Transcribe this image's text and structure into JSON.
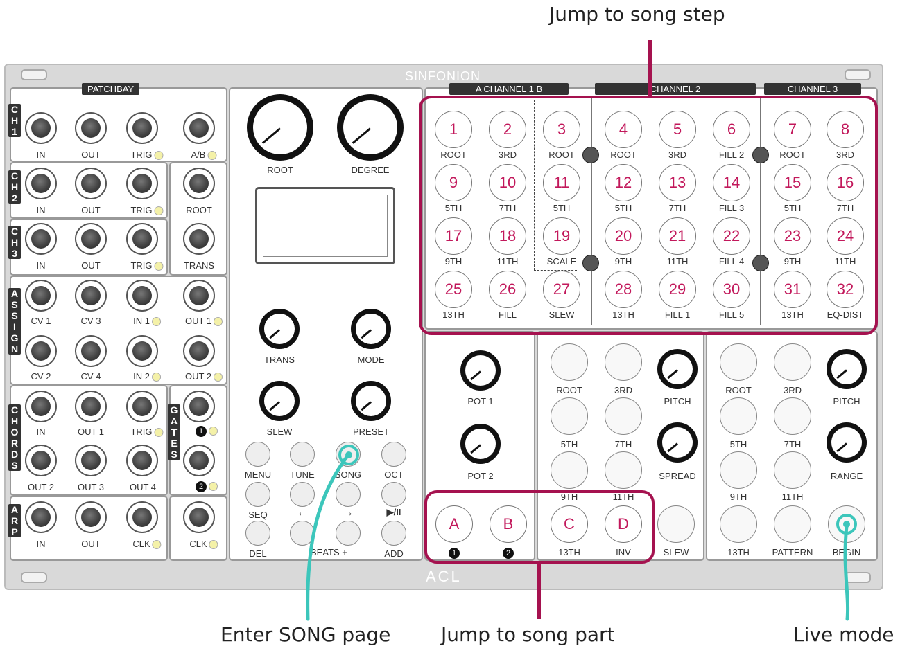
{
  "callouts": {
    "top": "Jump to song step",
    "bottom_left": "Enter SONG page",
    "bottom_mid": "Jump to song part",
    "bottom_right": "Live mode"
  },
  "module": {
    "title": "SINFONION",
    "logo": "ACL"
  },
  "patchbay": {
    "header": "PATCHBAY",
    "rows": [
      {
        "tag": "CH1",
        "labels": [
          "IN",
          "OUT",
          "TRIG",
          "A/B"
        ]
      },
      {
        "tag": "CH2",
        "labels": [
          "IN",
          "OUT",
          "TRIG",
          "ROOT"
        ]
      },
      {
        "tag": "CH3",
        "labels": [
          "IN",
          "OUT",
          "TRIG",
          "TRANS"
        ]
      },
      {
        "tag": "ASSIGN",
        "labels": [
          "CV 1",
          "CV 3",
          "IN 1",
          "OUT 1",
          "CV 2",
          "CV 4",
          "IN 2",
          "OUT 2"
        ]
      },
      {
        "tag": "CHORDS",
        "labels": [
          "IN",
          "OUT 1",
          "TRIG",
          "OUT 2",
          "OUT 3",
          "OUT 4"
        ]
      },
      {
        "tag": "GATES",
        "labels": [
          "1",
          "2"
        ]
      },
      {
        "tag": "ARP",
        "labels": [
          "IN",
          "OUT",
          "CLK",
          "CLK"
        ]
      }
    ]
  },
  "center": {
    "knobs": [
      "ROOT",
      "DEGREE",
      "TRANS",
      "MODE",
      "SLEW",
      "PRESET"
    ],
    "buttons": [
      "MENU",
      "TUNE",
      "SONG",
      "OCT",
      "SEQ",
      "←",
      "→",
      "▶/II",
      "DEL",
      "BEATS",
      "ADD"
    ],
    "beats_minus": "–",
    "beats_plus": "+"
  },
  "channels": {
    "ch1_header": "A  CHANNEL 1  B",
    "ch2_header": "CHANNEL 2",
    "ch3_header": "CHANNEL 3",
    "steps": [
      {
        "n": "1",
        "l": "ROOT"
      },
      {
        "n": "2",
        "l": "3RD"
      },
      {
        "n": "3",
        "l": "ROOT"
      },
      {
        "n": "4",
        "l": "ROOT"
      },
      {
        "n": "5",
        "l": "3RD"
      },
      {
        "n": "6",
        "l": "FILL 2"
      },
      {
        "n": "7",
        "l": "ROOT"
      },
      {
        "n": "8",
        "l": "3RD"
      },
      {
        "n": "9",
        "l": "5TH"
      },
      {
        "n": "10",
        "l": "7TH"
      },
      {
        "n": "11",
        "l": "5TH"
      },
      {
        "n": "12",
        "l": "5TH"
      },
      {
        "n": "13",
        "l": "7TH"
      },
      {
        "n": "14",
        "l": "FILL 3"
      },
      {
        "n": "15",
        "l": "5TH"
      },
      {
        "n": "16",
        "l": "7TH"
      },
      {
        "n": "17",
        "l": "9TH"
      },
      {
        "n": "18",
        "l": "11TH"
      },
      {
        "n": "19",
        "l": "SCALE"
      },
      {
        "n": "20",
        "l": "9TH"
      },
      {
        "n": "21",
        "l": "11TH"
      },
      {
        "n": "22",
        "l": "FILL 4"
      },
      {
        "n": "23",
        "l": "9TH"
      },
      {
        "n": "24",
        "l": "11TH"
      },
      {
        "n": "25",
        "l": "13TH"
      },
      {
        "n": "26",
        "l": "FILL"
      },
      {
        "n": "27",
        "l": "SLEW"
      },
      {
        "n": "28",
        "l": "13TH"
      },
      {
        "n": "29",
        "l": "FILL 1"
      },
      {
        "n": "30",
        "l": "FILL 5"
      },
      {
        "n": "31",
        "l": "13TH"
      },
      {
        "n": "32",
        "l": "EQ-DIST"
      }
    ]
  },
  "assign": {
    "pots": [
      "POT 1",
      "POT 2"
    ]
  },
  "gates_part": [
    {
      "n": "A",
      "l": "1"
    },
    {
      "n": "B",
      "l": "2"
    },
    {
      "n": "C",
      "l": "13TH"
    },
    {
      "n": "D",
      "l": "INV"
    }
  ],
  "chords_section": {
    "labels": [
      "ROOT",
      "3RD",
      "PITCH",
      "5TH",
      "7TH",
      "SPREAD",
      "9TH",
      "11TH",
      "SLEW"
    ]
  },
  "arp_section": {
    "labels": [
      "ROOT",
      "3RD",
      "PITCH",
      "5TH",
      "7TH",
      "RANGE",
      "9TH",
      "11TH",
      "13TH",
      "PATTERN",
      "BEGIN"
    ]
  },
  "colors": {
    "highlight": "#a5124f",
    "teal": "#3cc6bb",
    "step_text": "#c2185b"
  }
}
